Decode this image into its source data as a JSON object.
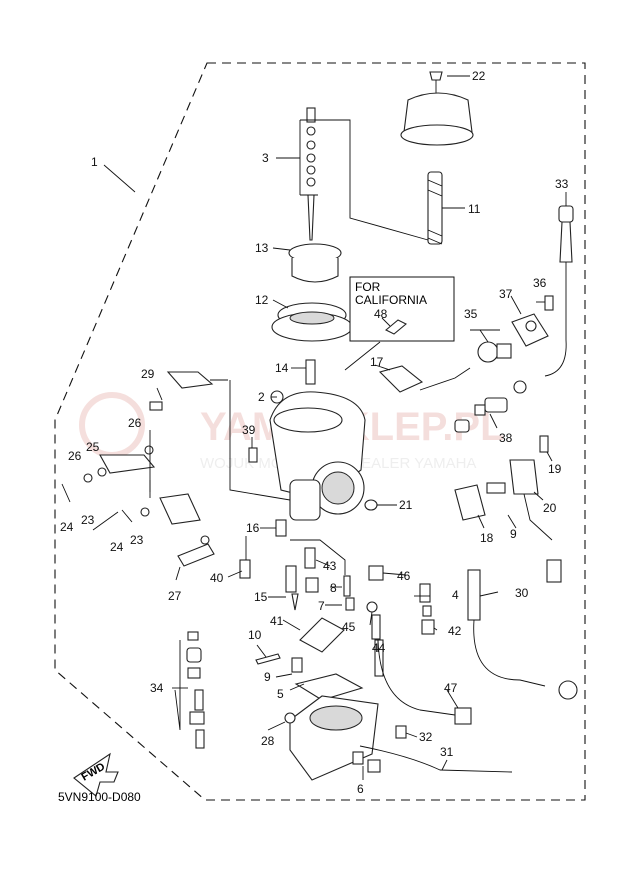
{
  "diagram": {
    "drawing_code": "5VN9100-D080",
    "fwd_label": "FWD",
    "california_box": {
      "line1": "FOR",
      "line2": "CALIFORNIA"
    },
    "watermark": {
      "brand": "YAMASKLEP.PL",
      "tagline": "WOJUK MOTOR CZ | DEALER YAMAHA"
    },
    "callouts": {
      "c1": "1",
      "c2": "2",
      "c3": "3",
      "c4": "4",
      "c5": "5",
      "c6": "6",
      "c7": "7",
      "c8": "8",
      "c9a": "9",
      "c9b": "9",
      "c10": "10",
      "c11": "11",
      "c12": "12",
      "c13": "13",
      "c14": "14",
      "c15": "15",
      "c16": "16",
      "c17": "17",
      "c18": "18",
      "c19": "19",
      "c20": "20",
      "c21": "21",
      "c22": "22",
      "c23a": "23",
      "c23b": "23",
      "c24a": "24",
      "c24b": "24",
      "c25": "25",
      "c26a": "26",
      "c26b": "26",
      "c27": "27",
      "c28": "28",
      "c29": "29",
      "c30": "30",
      "c31": "31",
      "c32": "32",
      "c33": "33",
      "c34": "34",
      "c35": "35",
      "c36": "36",
      "c37": "37",
      "c38": "38",
      "c39": "39",
      "c40": "40",
      "c41": "41",
      "c42": "42",
      "c43": "43",
      "c44": "44",
      "c45": "45",
      "c46": "46",
      "c47": "47",
      "c48": "48"
    }
  }
}
